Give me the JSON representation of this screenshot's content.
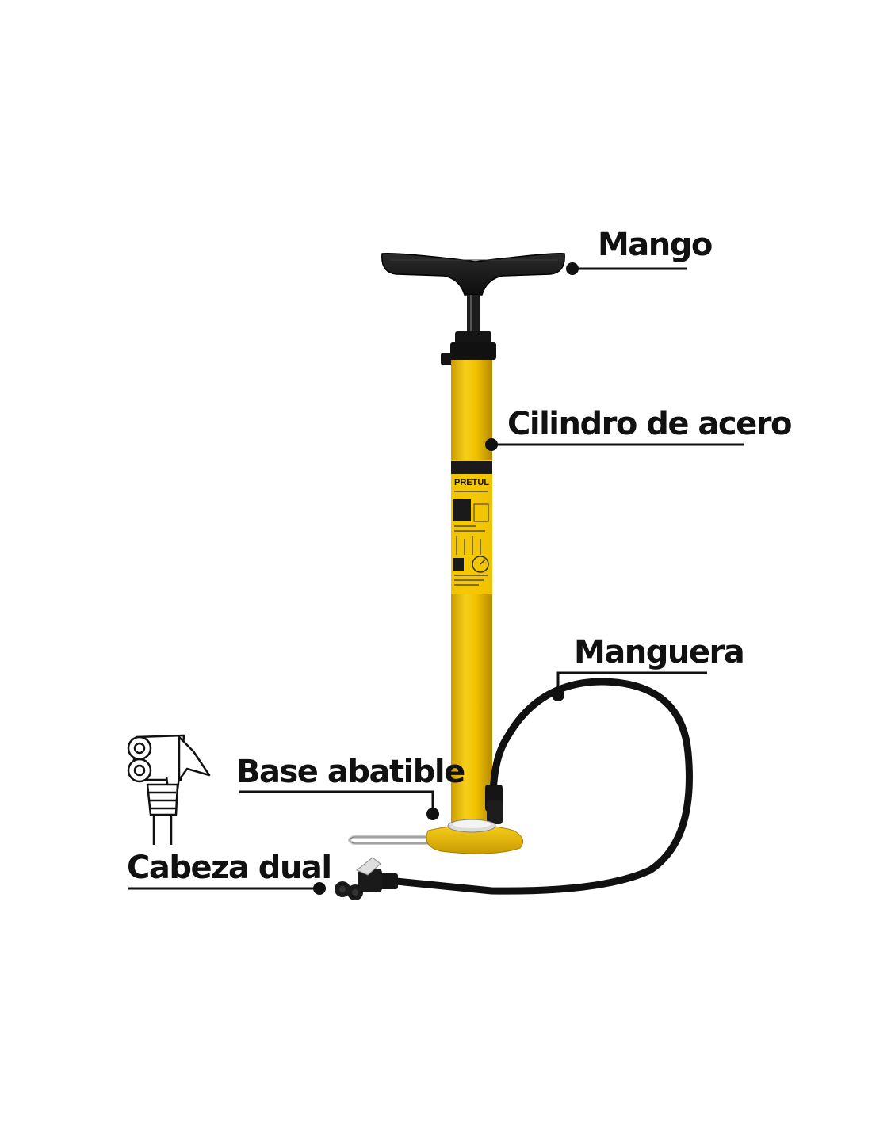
{
  "colors": {
    "background": "#ffffff",
    "pump_body": "#f2c200",
    "pump_body_shadow": "#c99a00",
    "handle": "#1a1a1a",
    "hose": "#111111",
    "callout": "#111111"
  },
  "callouts": {
    "mango": "Mango",
    "cilindro": "Cilindro de acero",
    "manguera": "Manguera",
    "base": "Base abatible",
    "cabeza": "Cabeza dual"
  },
  "product": {
    "brand_label": "PRETUL"
  },
  "icons": {
    "dual_head_inset": "dual-head-line-drawing"
  }
}
